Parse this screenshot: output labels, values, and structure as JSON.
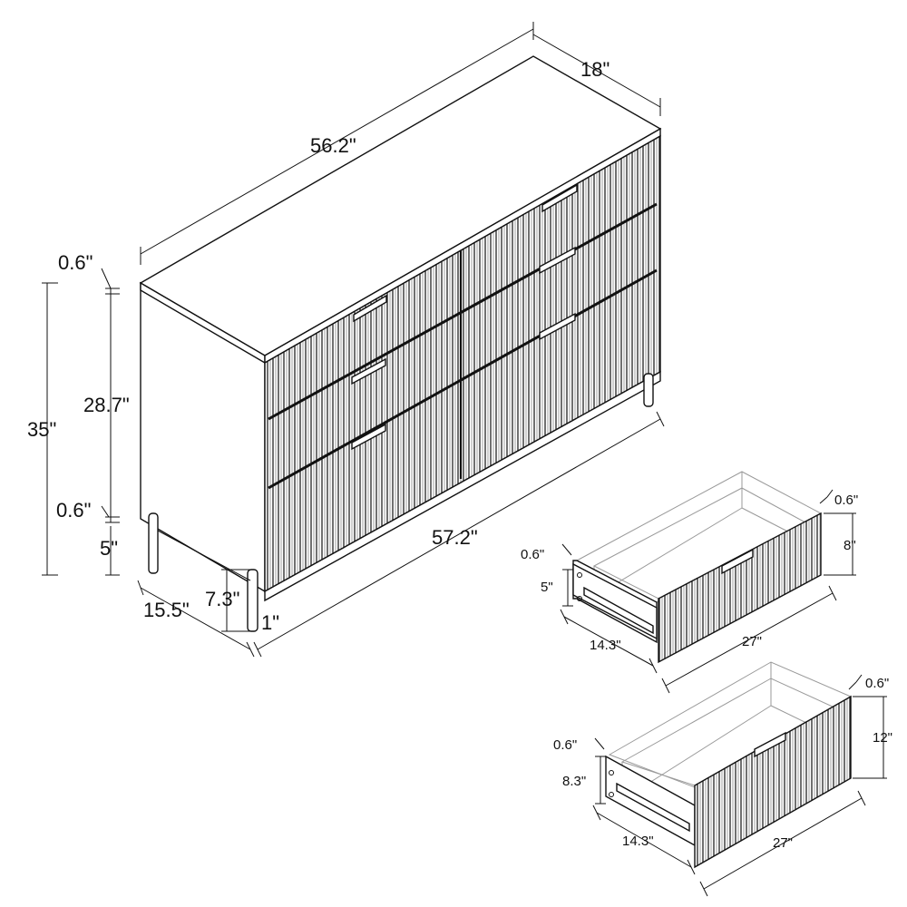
{
  "dresser": {
    "top_depth": "18\"",
    "top_width": "56.2\"",
    "top_thickness": "0.6\"",
    "case_height": "28.7\"",
    "total_height": "35\"",
    "bottom_panel": "0.6\"",
    "leg_clearance": "5\"",
    "overall_depth": "15.5\"",
    "leg_height": "7.3\"",
    "leg_diameter": "1\"",
    "overall_width": "57.2\""
  },
  "drawer_small": {
    "front_thickness": "0.6\"",
    "side_thickness": "0.6\"",
    "front_height": "8\"",
    "side_height": "5\"",
    "depth": "14.3\"",
    "width": "27\""
  },
  "drawer_large": {
    "front_thickness": "0.6\"",
    "side_thickness": "0.6\"",
    "front_height": "12\"",
    "side_height": "8.3\"",
    "depth": "14.3\"",
    "width": "27\""
  }
}
